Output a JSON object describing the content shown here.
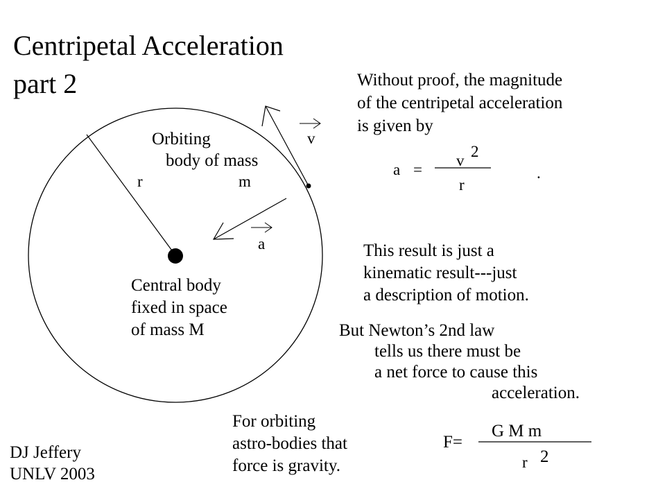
{
  "title": {
    "line1": "Centripetal Acceleration",
    "line2": "part 2"
  },
  "diagram": {
    "orbiting_label": {
      "line1": "Orbiting",
      "line2": "body of mass",
      "mass_symbol": "m"
    },
    "radius_symbol": "r",
    "velocity_symbol": "v",
    "acceleration_symbol": "a",
    "central_label": {
      "line1": "Central body",
      "line2": "fixed in space",
      "line3": "of mass M"
    }
  },
  "intro": {
    "line1": "Without proof, the magnitude",
    "line2": "of the centripetal acceleration",
    "line3": "is given by"
  },
  "accel_formula": {
    "lhs": "a",
    "equals": "=",
    "numerator": "v",
    "exponent": "2",
    "denominator": "r",
    "period": "."
  },
  "kinematic_note": {
    "line1": "This result is just a",
    "line2": "kinematic result---just",
    "line3": "a description of motion."
  },
  "newton_note": {
    "line1": "But Newton’s 2nd law",
    "line2": "tells us there must be",
    "line3": "a net force to cause this",
    "line4": "acceleration."
  },
  "gravity_note": {
    "line1": "For orbiting",
    "line2": "astro-bodies that",
    "line3": "force is gravity."
  },
  "force_formula": {
    "lhs": "F=",
    "numerator": "G M m",
    "denominator": "r",
    "exponent": "2"
  },
  "credit": {
    "line1": "DJ Jeffery",
    "line2": "UNLV 2003"
  }
}
